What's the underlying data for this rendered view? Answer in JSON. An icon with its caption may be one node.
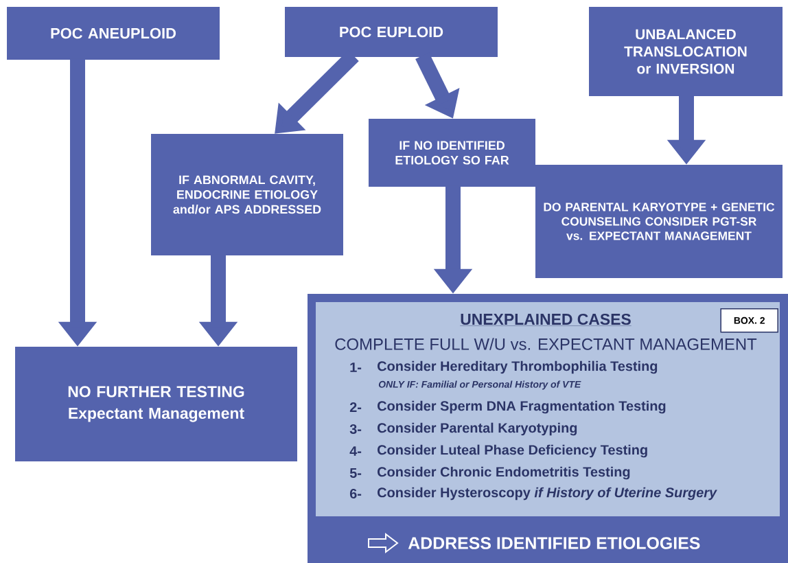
{
  "diagram": {
    "nodes": [
      {
        "text": [
          "POC ANEUPLOID"
        ]
      },
      {
        "text": [
          "POC EUPLOID"
        ]
      },
      {
        "text": [
          "UNBALANCED TRANSLOCATION or INVERSION"
        ]
      },
      {
        "text": [
          "IF ABNORMAL CAVITY, ENDOCRINE ETIOLOGY and/or APS ADDRESSED"
        ]
      },
      {
        "text": [
          "IF NO IDENTIFIED ETIOLOGY SO FAR"
        ]
      },
      {
        "text": [
          "DO PARENTAL KARYOTYPE + GENETIC COUNSELING CONSIDER PGT-SR vs. EXPECTANT MANAGEMENT"
        ]
      },
      {
        "text": [
          "NO FURTHER TESTING",
          "Expectant Management"
        ]
      },
      {
        "text": [
          "UNEXPLAINED CASES",
          "COMPLETE FULL W/U vs. EXPECTANT MANAGEMENT",
          "1-",
          "Consider Hereditary Thrombophilia Testing",
          "ONLY IF: Familial or Personal History of VTE",
          "2-",
          "Consider Sperm DNA Fragmentation Testing",
          "3-",
          "Consider Parental Karyotyping",
          "4-",
          "Consider Luteal Phase Deficiency Testing",
          "5-",
          "Consider Chronic Endometritis Testing",
          "6-",
          "Consider Hysteroscopy *if History of Uterine Surgery*",
          "ADDRESS IDENTIFIED ETIOLOGIES"
        ]
      },
      {
        "text": [
          "BOX. 2"
        ],
        "in": 7
      }
    ],
    "edges": [
      {
        "from": 0,
        "to": 6,
        "arrow": "to"
      },
      {
        "from": 1,
        "to": 3,
        "arrow": "to"
      },
      {
        "from": 1,
        "to": 4,
        "arrow": "to"
      },
      {
        "from": 2,
        "to": 5,
        "arrow": "to"
      },
      {
        "from": 3,
        "to": 6,
        "arrow": "to"
      },
      {
        "from": 4,
        "to": 7,
        "arrow": "to"
      }
    ]
  }
}
